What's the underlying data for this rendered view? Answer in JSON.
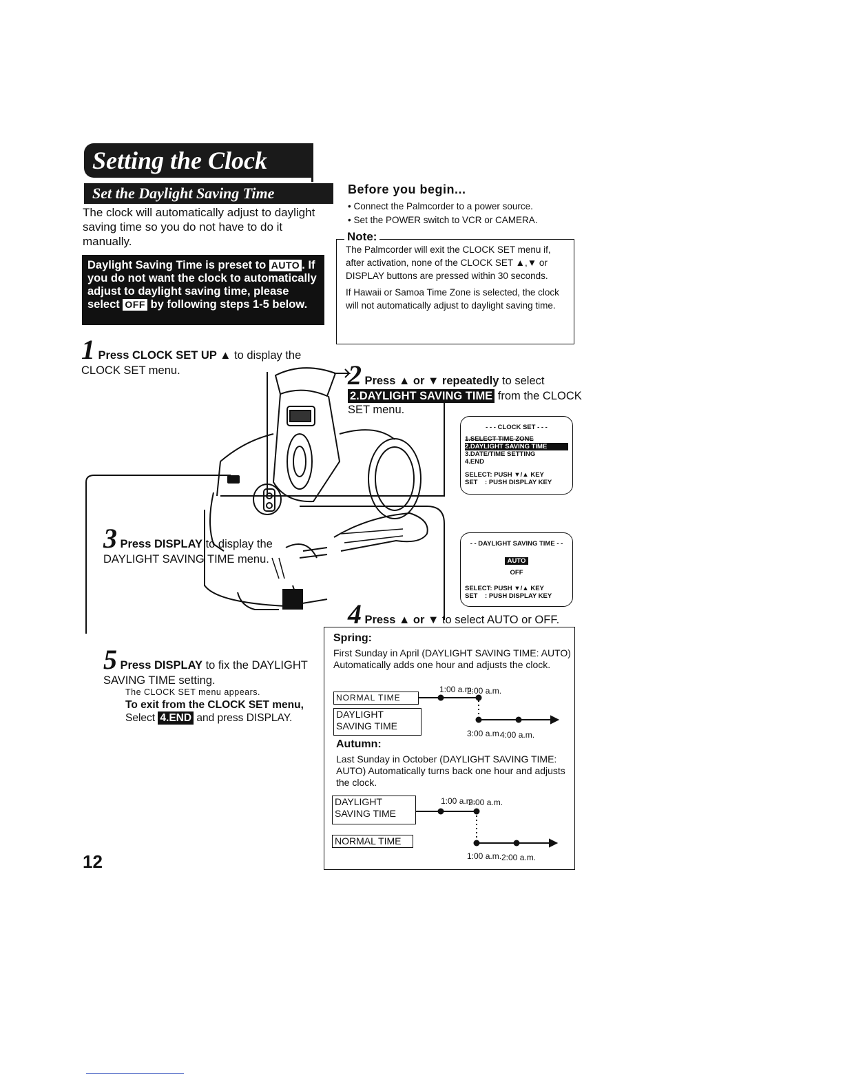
{
  "title": "Setting the Clock",
  "subtitle": "Set the Daylight Saving Time",
  "intro": "The clock will automatically adjust to daylight saving time so you do not have to do it manually.",
  "preset": {
    "text1": "Daylight Saving Time is preset to",
    "auto": "AUTO",
    "text2": ". If you do not want the clock to automatically adjust to daylight saving time, please select",
    "off": "OFF",
    "text3": "by following steps 1-5 below."
  },
  "before": {
    "title": "Before you begin...",
    "items": [
      "• Connect the Palmcorder to a power source.",
      "• Set the POWER switch to VCR or CAMERA."
    ]
  },
  "note": {
    "label": "Note:",
    "p1": "The Palmcorder will exit the CLOCK SET menu if, after activation, none of the CLOCK SET ▲,▼ or DISPLAY buttons are pressed within 30 seconds.",
    "p2": "If Hawaii or Samoa Time Zone is selected, the clock will not automatically adjust to daylight saving time."
  },
  "steps": {
    "s1": {
      "num": "1",
      "bold": "Press CLOCK SET UP ▲",
      "rest": " to display the CLOCK SET menu."
    },
    "s2": {
      "num": "2",
      "bold": "Press ▲ or ▼ repeatedly",
      "rest": " to select",
      "hl": "2.DAYLIGHT SAVING TIME",
      "rest2": " from the CLOCK SET menu."
    },
    "s3": {
      "num": "3",
      "bold": "Press DISPLAY",
      "rest": " to display the DAYLIGHT SAVING TIME menu."
    },
    "s4": {
      "num": "4",
      "bold": "Press ▲ or ▼",
      "rest": " to select AUTO or OFF."
    },
    "s5": {
      "num": "5",
      "bold": "Press DISPLAY",
      "rest": " to fix the DAYLIGHT SAVING TIME setting.",
      "appears": "The CLOCK SET menu appears.",
      "exit_bold": "To exit from the CLOCK SET menu,",
      "exit_rest1": " Select ",
      "exit_hl": "4.END",
      "exit_rest2": " and press DISPLAY."
    }
  },
  "screen1": {
    "title": "- - - CLOCK SET - - -",
    "items": [
      "1.SELECT TIME ZONE",
      "2.DAYLIGHT SAVING TIME",
      "3.DATE/TIME SETTING",
      "4.END"
    ],
    "select": "SELECT: PUSH ▼/▲ KEY",
    "set": "SET    : PUSH DISPLAY KEY"
  },
  "screen2": {
    "title": "- - DAYLIGHT SAVING TIME - -",
    "auto": "AUTO",
    "off": "OFF",
    "select": "SELECT: PUSH ▼/▲ KEY",
    "set": "SET    : PUSH DISPLAY KEY"
  },
  "spring": {
    "head": "Spring:",
    "text": "First Sunday in April (DAYLIGHT SAVING TIME: AUTO) Automatically adds one hour and adjusts the clock.",
    "normal": "NORMAL TIME",
    "daylight1": "DAYLIGHT",
    "daylight2": "SAVING TIME",
    "t1": "1:00 a.m.",
    "t2": "2:00 a.m.",
    "t3": "3:00 a.m.",
    "t4": "4:00 a.m."
  },
  "autumn": {
    "head": "Autumn:",
    "text": "Last Sunday in October (DAYLIGHT SAVING TIME: AUTO) Automatically turns back one hour and adjusts the clock.",
    "daylight1": "DAYLIGHT",
    "daylight2": "SAVING TIME",
    "normal": "NORMAL TIME",
    "t1": "1:00 a.m.",
    "t2": "2:00 a.m.",
    "t3": "1:00 a.m.",
    "t4": "2:00 a.m."
  },
  "page_number": "12"
}
